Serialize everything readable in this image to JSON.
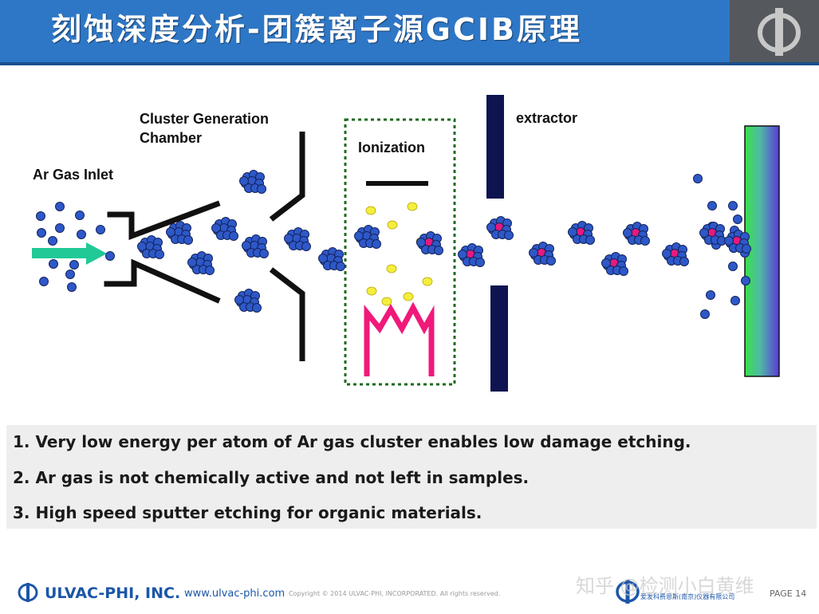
{
  "header": {
    "title": "刻蚀深度分析-团簇离子源GCIB原理",
    "logo_icon": "phi-logo-icon",
    "band_color": "#2e77c6"
  },
  "diagram": {
    "labels": {
      "ar_gas_inlet": "Ar Gas Inlet",
      "cluster_chamber_line1": "Cluster  Generation",
      "cluster_chamber_line2": "Chamber",
      "ionization": "Ionization",
      "extractor": "extractor"
    },
    "colors": {
      "atom": "#2e58c8",
      "atom_outline": "#14245c",
      "ion": "#e6197f",
      "electron": "#f4ee3c",
      "arrow": "#20c997",
      "filament": "#f0197a",
      "extractor_plate": "#0d1450",
      "ionization_box": "#1f6b1f"
    }
  },
  "notes": [
    "1. Very low energy per atom of Ar gas cluster enables low damage etching.",
    "2. Ar  gas is not chemically active and not left in samples.",
    "3. High speed sputter etching for organic materials."
  ],
  "footer": {
    "company": "ULVAC-PHI, INC.",
    "url": "www.ulvac-phi.com",
    "copyright": "Copyright © 2014 ULVAC-PHI, INCORPORATED. All rights reserved.",
    "watermark": "知乎 @检测小白黄维",
    "company_cn": "爱发科费恩斯(南京)仪器有限公司",
    "page": "PAGE 14"
  }
}
